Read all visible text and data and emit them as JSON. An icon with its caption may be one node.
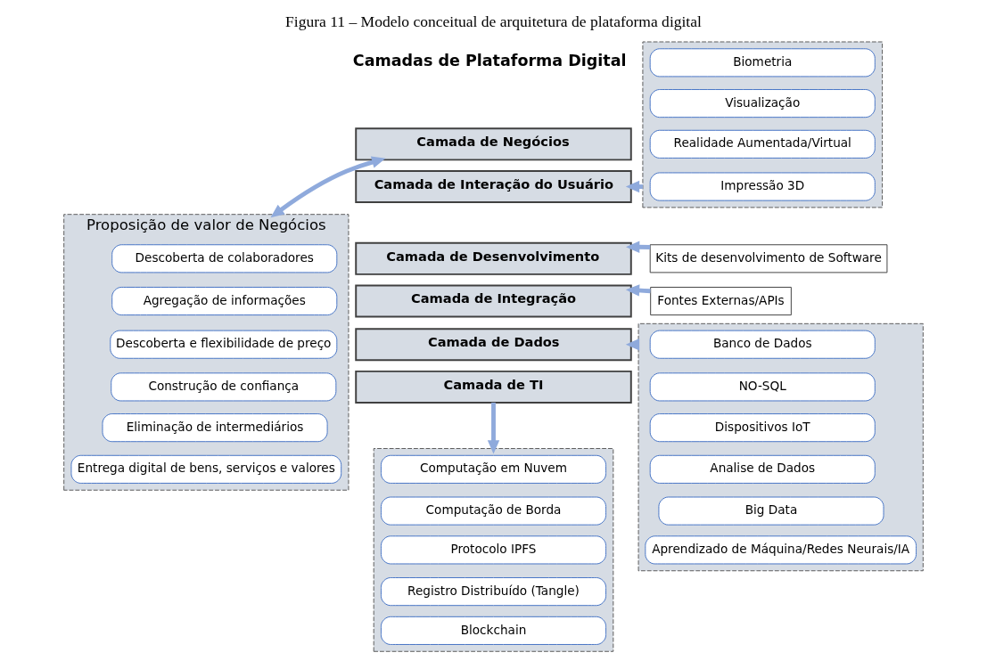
{
  "diagram": {
    "title": "Camadas de Plataforma Digital",
    "caption": "Figura 11 – Modelo conceitual de arquitetura de plataforma digital",
    "nodes": [
      {
        "text": [
          "Camada de Negócios"
        ]
      },
      {
        "text": [
          "Camada de Interação do Usuário"
        ]
      },
      {
        "text": [
          "Camada de Desenvolvimento"
        ]
      },
      {
        "text": [
          "Camada de Integração"
        ]
      },
      {
        "text": [
          "Camada de Dados"
        ]
      },
      {
        "text": [
          "Camada de TI"
        ]
      },
      {
        "text": [],
        "shape": "box"
      },
      {
        "text": [
          "Biometria"
        ],
        "in": 6
      },
      {
        "text": [
          "Visualização"
        ],
        "in": 6
      },
      {
        "text": [
          "Realidade Aumentada/Virtual"
        ],
        "in": 6
      },
      {
        "text": [
          "Impressão 3D"
        ],
        "in": 6
      },
      {
        "text": [
          "Kits de desenvolvimento de Software"
        ]
      },
      {
        "text": [
          "Fontes Externas/APIs"
        ]
      },
      {
        "text": [],
        "shape": "box"
      },
      {
        "text": [
          "Banco de Dados"
        ],
        "in": 13
      },
      {
        "text": [
          "NO-SQL"
        ],
        "in": 13
      },
      {
        "text": [
          "Dispositivos IoT"
        ],
        "in": 13
      },
      {
        "text": [
          "Analise de Dados"
        ],
        "in": 13
      },
      {
        "text": [
          "Big Data"
        ],
        "in": 13
      },
      {
        "text": [
          "Aprendizado de Máquina/Redes Neurais/IA"
        ],
        "in": 13
      },
      {
        "text": [
          "Proposição de valor de Negócios"
        ]
      },
      {
        "text": [
          "Descoberta de colaboradores"
        ],
        "in": 20
      },
      {
        "text": [
          "Agregação de informações"
        ],
        "in": 20
      },
      {
        "text": [
          "Descoberta e flexibilidade de preço"
        ],
        "in": 20
      },
      {
        "text": [
          "Construção de confiança"
        ],
        "in": 20
      },
      {
        "text": [
          "Eliminação de intermediários"
        ],
        "in": 20
      },
      {
        "text": [
          "Entrega digital de bens, serviços e valores"
        ],
        "in": 20
      },
      {
        "text": [],
        "shape": "box"
      },
      {
        "text": [
          "Computação em Nuvem"
        ],
        "in": 27
      },
      {
        "text": [
          "Computação de Borda"
        ],
        "in": 27
      },
      {
        "text": [
          "Protocolo IPFS"
        ],
        "in": 27
      },
      {
        "text": [
          "Registro Distribuído (Tangle)"
        ],
        "in": 27
      },
      {
        "text": [
          "Blockchain"
        ],
        "in": 27
      }
    ],
    "edges": [
      {
        "from": 0,
        "to": 20,
        "arrow": "both"
      },
      {
        "from": 6,
        "to": 1,
        "arrow": "to"
      },
      {
        "from": 11,
        "to": 2,
        "arrow": "to"
      },
      {
        "from": 12,
        "to": 3,
        "arrow": "to"
      },
      {
        "from": 13,
        "to": 4,
        "arrow": "to"
      },
      {
        "from": 5,
        "to": 27,
        "arrow": "to"
      }
    ]
  }
}
